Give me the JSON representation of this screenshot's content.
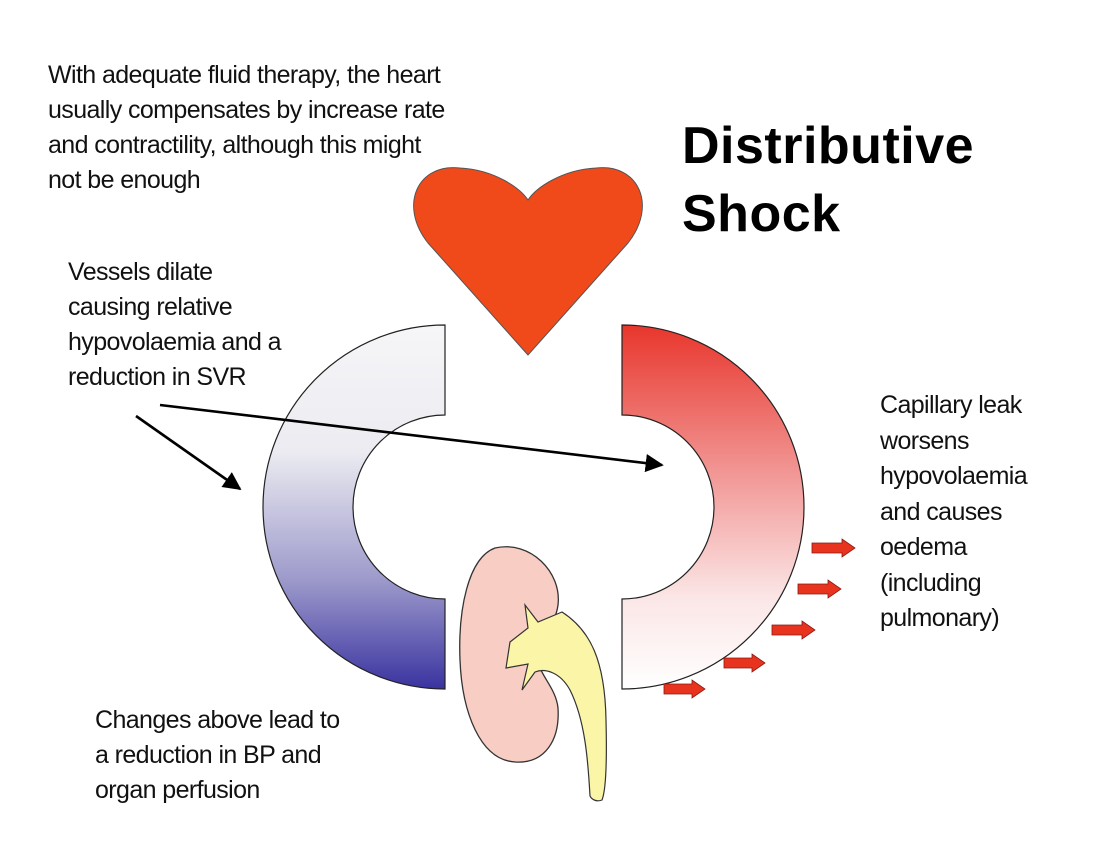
{
  "title": "Distributive\nShock",
  "annotations": {
    "heart": "With adequate fluid therapy, the heart\nusually compensates by increase rate\nand contractility, although this might\nnot be enough",
    "vessels": "Vessels dilate\ncausing relative\nhypovolaemia and a\nreduction in SVR",
    "capillary": "Capillary leak\nworsens\nhypovolaemia\nand causes\noedema\n(including\npulmonary)",
    "outcome": "Changes above lead to\na reduction in BP and\norgan perfusion"
  },
  "colors": {
    "heart": "#f04a1a",
    "venous_top": "#f4f4f6",
    "venous_bottom": "#3c36a0",
    "arterial_top": "#ea3b2e",
    "arterial_bottom": "#ffffff",
    "kidney": "#f7cdc4",
    "ureter": "#fbf5a8",
    "leak_arrow": "#e8331e"
  },
  "icons": {
    "heart": "heart-icon",
    "kidney": "kidney-icon"
  }
}
